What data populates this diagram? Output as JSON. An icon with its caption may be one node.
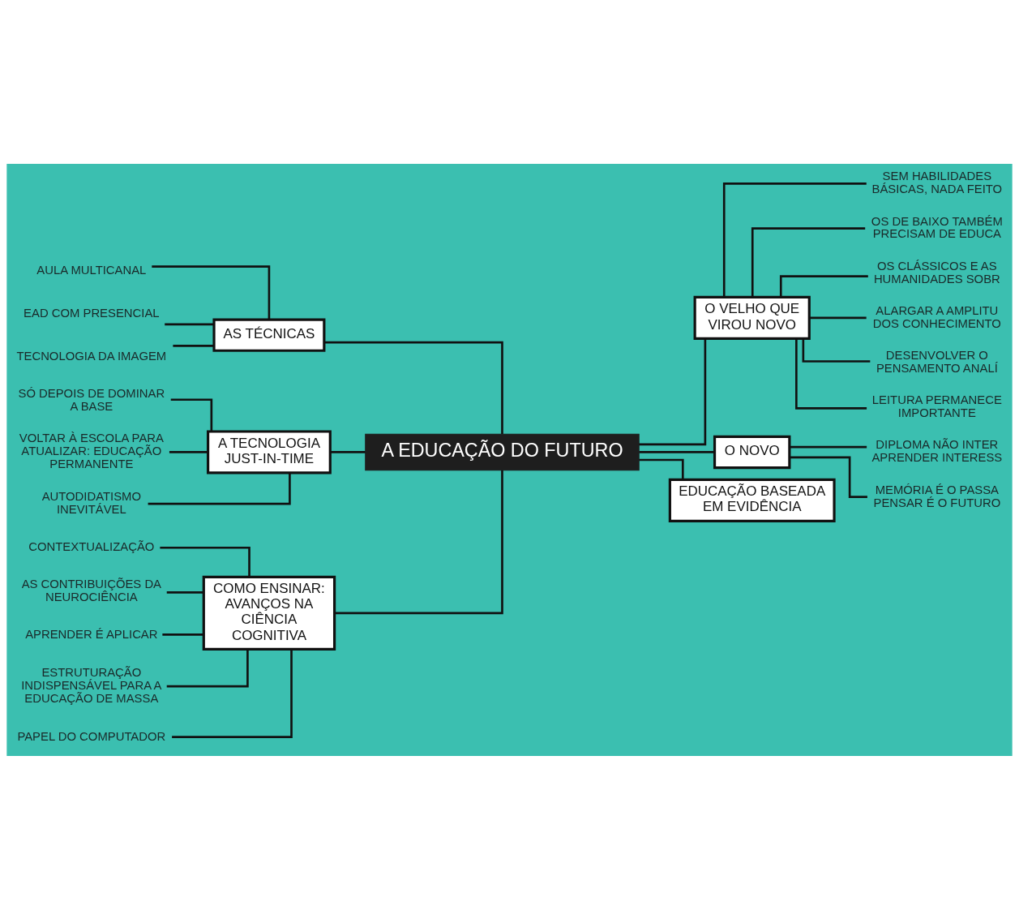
{
  "diagram": {
    "nodes": [
      {
        "text": [
          "A EDUCAÇÃO DO FUTURO"
        ]
      },
      {
        "text": [
          "AS TÉCNICAS"
        ]
      },
      {
        "text": [
          "AULA MULTICANAL"
        ]
      },
      {
        "text": [
          "EAD COM PRESENCIAL"
        ]
      },
      {
        "text": [
          "TECNOLOGIA DA IMAGEM"
        ]
      },
      {
        "text": [
          "A TECNOLOGIA JUST-IN-TIME"
        ]
      },
      {
        "text": [
          "SÓ DEPOIS DE DOMINAR A BASE"
        ]
      },
      {
        "text": [
          "VOLTAR À ESCOLA PARA ATUALIZAR: EDUCAÇÃO PERMANENTE"
        ]
      },
      {
        "text": [
          "AUTODIDATISMO INEVITÁVEL"
        ]
      },
      {
        "text": [
          "COMO ENSINAR: AVANÇOS NA CIÊNCIA COGNITIVA"
        ]
      },
      {
        "text": [
          "CONTEXTUALIZAÇÃO"
        ]
      },
      {
        "text": [
          "AS CONTRIBUIÇÕES DA NEUROCIÊNCIA"
        ]
      },
      {
        "text": [
          "APRENDER É APLICAR"
        ]
      },
      {
        "text": [
          "ESTRUTURAÇÃO INDISPENSÁVEL PARA A EDUCAÇÃO DE MASSA"
        ]
      },
      {
        "text": [
          "PAPEL DO COMPUTADOR"
        ]
      },
      {
        "text": [
          "O VELHO QUE VIROU NOVO"
        ]
      },
      {
        "text": [
          "SEM HABILIDADES BÁSICAS, NADA FEITO"
        ]
      },
      {
        "text": [
          "OS DE BAIXO TAMBÉM PRECISAM DE EDUCA"
        ]
      },
      {
        "text": [
          "OS CLÁSSICOS E AS HUMANIDADES SOBR"
        ]
      },
      {
        "text": [
          "ALARGAR A AMPLITU DOS CONHECIMENTO"
        ]
      },
      {
        "text": [
          "DESENVOLVER O PENSAMENTO ANALÍ"
        ]
      },
      {
        "text": [
          "LEITURA PERMANECE IMPORTANTE"
        ]
      },
      {
        "text": [
          "O NOVO"
        ]
      },
      {
        "text": [
          "DIPLOMA NÃO INTER APRENDER INTERESS"
        ]
      },
      {
        "text": [
          "MEMÓRIA É O PASSA PENSAR É O FUTURO"
        ]
      },
      {
        "text": [
          "EDUCAÇÃO BASEADA EM EVIDÊNCIA"
        ]
      }
    ],
    "edges": [
      {
        "from": 1,
        "to": 0,
        "arrow": "none"
      },
      {
        "from": 2,
        "to": 1,
        "arrow": "none"
      },
      {
        "from": 3,
        "to": 1,
        "arrow": "none"
      },
      {
        "from": 4,
        "to": 1,
        "arrow": "none"
      },
      {
        "from": 5,
        "to": 0,
        "arrow": "none"
      },
      {
        "from": 6,
        "to": 5,
        "arrow": "none"
      },
      {
        "from": 7,
        "to": 5,
        "arrow": "none"
      },
      {
        "from": 8,
        "to": 5,
        "arrow": "none"
      },
      {
        "from": 9,
        "to": 0,
        "arrow": "none"
      },
      {
        "from": 10,
        "to": 9,
        "arrow": "none"
      },
      {
        "from": 11,
        "to": 9,
        "arrow": "none"
      },
      {
        "from": 12,
        "to": 9,
        "arrow": "none"
      },
      {
        "from": 13,
        "to": 9,
        "arrow": "none"
      },
      {
        "from": 14,
        "to": 9,
        "arrow": "none"
      },
      {
        "from": 0,
        "to": 15,
        "arrow": "none"
      },
      {
        "from": 15,
        "to": 16,
        "arrow": "none"
      },
      {
        "from": 15,
        "to": 17,
        "arrow": "none"
      },
      {
        "from": 15,
        "to": 18,
        "arrow": "none"
      },
      {
        "from": 15,
        "to": 19,
        "arrow": "none"
      },
      {
        "from": 15,
        "to": 20,
        "arrow": "none"
      },
      {
        "from": 15,
        "to": 21,
        "arrow": "none"
      },
      {
        "from": 0,
        "to": 22,
        "arrow": "none"
      },
      {
        "from": 22,
        "to": 23,
        "arrow": "none"
      },
      {
        "from": 22,
        "to": 24,
        "arrow": "none"
      },
      {
        "from": 0,
        "to": 25,
        "arrow": "none"
      }
    ]
  }
}
